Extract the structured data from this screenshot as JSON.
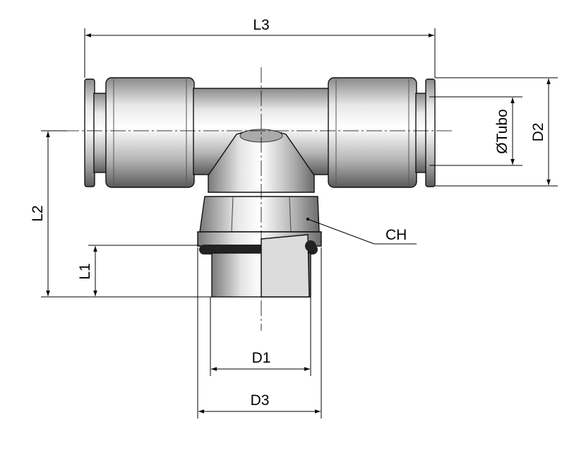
{
  "drawing": {
    "labels": {
      "l3": "L3",
      "tube": "ØTubo",
      "d2": "D2",
      "l2": "L2",
      "l1": "L1",
      "ch": "CH",
      "d1": "D1",
      "d3": "D3"
    },
    "colors": {
      "metal_light": "#f4f4f4",
      "metal_dark": "#6e6e6e",
      "oring": "#222222"
    }
  }
}
